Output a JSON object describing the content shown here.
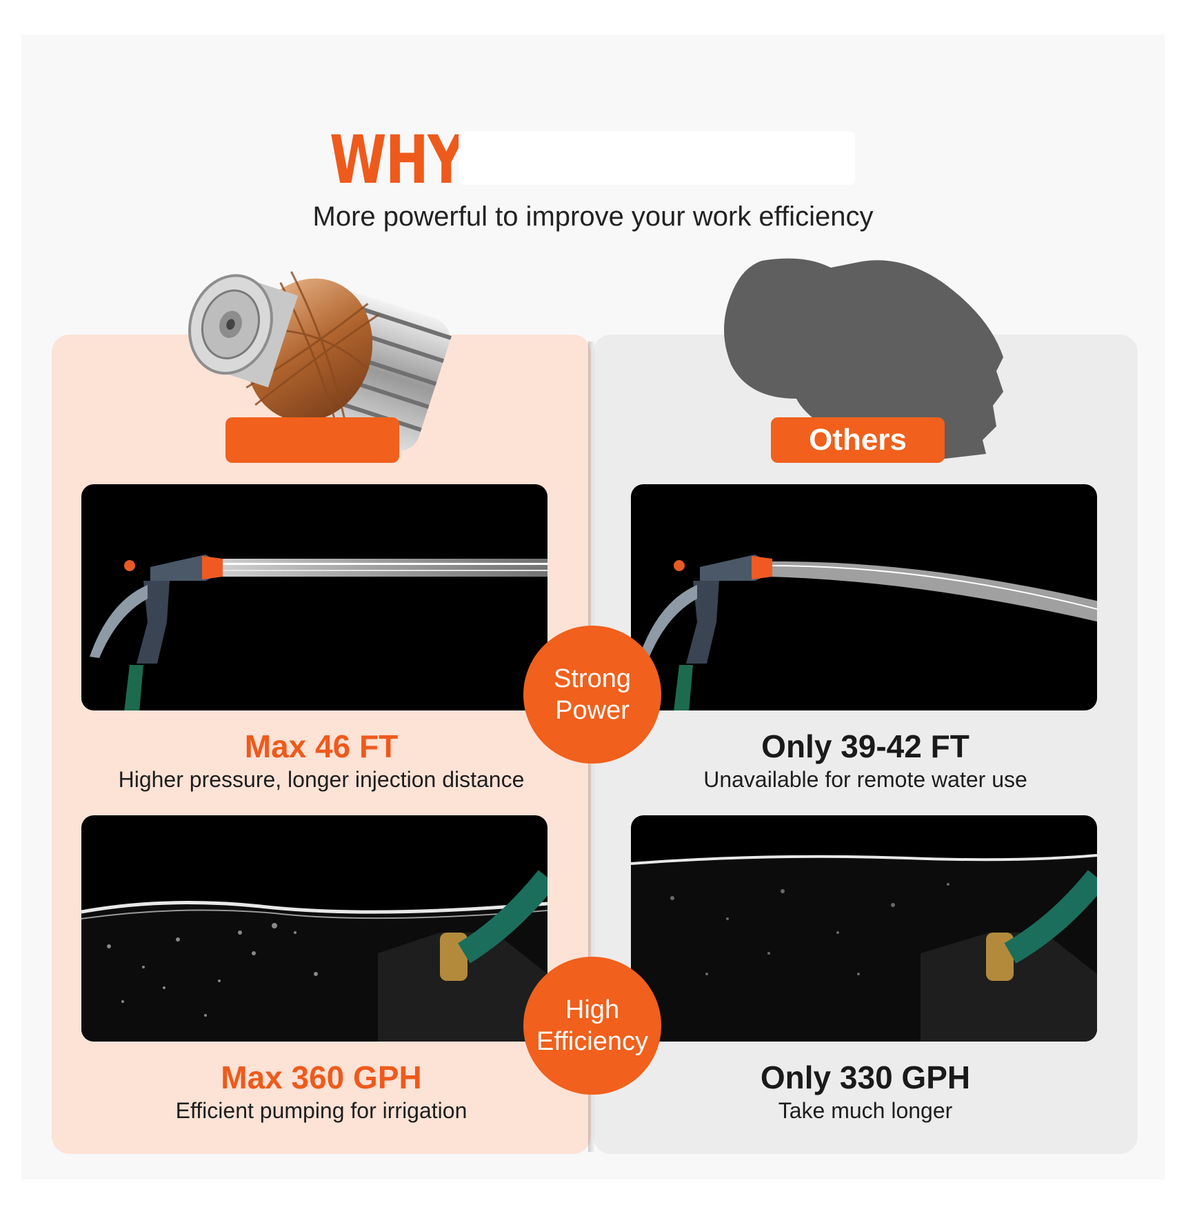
{
  "header": {
    "title_word": "WHY",
    "subtitle": "More powerful to improve your work efficiency"
  },
  "columns": {
    "left": {
      "label": ""
    },
    "right": {
      "label": "Others"
    }
  },
  "rows": [
    {
      "left_head": "Max 46 FT",
      "left_sub": "Higher pressure, longer injection distance",
      "right_head": "Only 39-42 FT",
      "right_sub": "Unavailable for remote water use",
      "badge_line1": "Strong",
      "badge_line2": "Power"
    },
    {
      "left_head": "Max 360 GPH",
      "left_sub": "Efficient pumping for irrigation",
      "right_head": "Only 330 GPH",
      "right_sub": "Take much longer",
      "badge_line1": "High",
      "badge_line2": "Efficiency"
    }
  ],
  "colors": {
    "accent": "#f1601c",
    "left_panel": "#fde2d6",
    "right_panel": "#ececec"
  }
}
